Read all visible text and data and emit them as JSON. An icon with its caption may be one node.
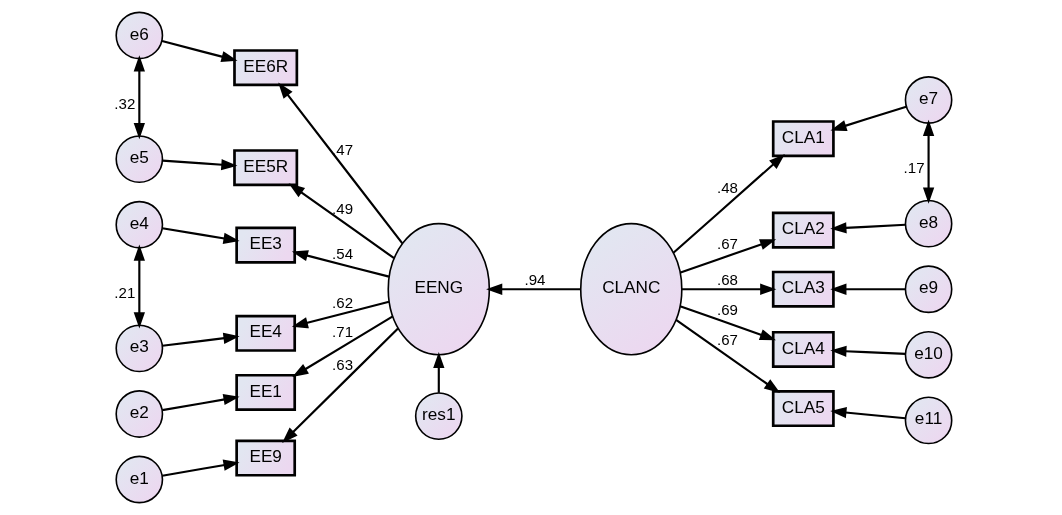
{
  "diagram": {
    "nodes": [
      {
        "text": [
          "e6"
        ]
      },
      {
        "text": [
          "EE6R"
        ]
      },
      {
        "text": [
          "e5"
        ]
      },
      {
        "text": [
          "EE5R"
        ]
      },
      {
        "text": [
          "e4"
        ]
      },
      {
        "text": [
          "EE3"
        ]
      },
      {
        "text": [
          "e3"
        ]
      },
      {
        "text": [
          "EE4"
        ]
      },
      {
        "text": [
          "e2"
        ]
      },
      {
        "text": [
          "EE1"
        ]
      },
      {
        "text": [
          "e1"
        ]
      },
      {
        "text": [
          "EE9"
        ]
      },
      {
        "text": [
          "EENG"
        ]
      },
      {
        "text": [
          "CLANC"
        ]
      },
      {
        "text": [
          "res1"
        ]
      },
      {
        "text": [
          "CLA1"
        ]
      },
      {
        "text": [
          "e7"
        ]
      },
      {
        "text": [
          "CLA2"
        ]
      },
      {
        "text": [
          "e8"
        ]
      },
      {
        "text": [
          "CLA3"
        ]
      },
      {
        "text": [
          "e9"
        ]
      },
      {
        "text": [
          "CLA4"
        ]
      },
      {
        "text": [
          "e10"
        ]
      },
      {
        "text": [
          "CLA5"
        ]
      },
      {
        "text": [
          "e11"
        ]
      }
    ],
    "edges": [
      {
        "from": 0,
        "to": 1,
        "arrow": "to"
      },
      {
        "from": 2,
        "to": 3,
        "arrow": "to"
      },
      {
        "from": 4,
        "to": 5,
        "arrow": "to"
      },
      {
        "from": 6,
        "to": 7,
        "arrow": "to"
      },
      {
        "from": 8,
        "to": 9,
        "arrow": "to"
      },
      {
        "from": 10,
        "to": 11,
        "arrow": "to"
      },
      {
        "from": 0,
        "to": 2,
        "arrow": "both",
        "label": ".32"
      },
      {
        "from": 4,
        "to": 6,
        "arrow": "both",
        "label": ".21"
      },
      {
        "from": 12,
        "to": 1,
        "arrow": "to",
        "label": ".47"
      },
      {
        "from": 12,
        "to": 3,
        "arrow": "to",
        "label": ".49"
      },
      {
        "from": 12,
        "to": 5,
        "arrow": "to",
        "label": ".54"
      },
      {
        "from": 12,
        "to": 7,
        "arrow": "to",
        "label": ".62"
      },
      {
        "from": 12,
        "to": 9,
        "arrow": "to",
        "label": ".71"
      },
      {
        "from": 12,
        "to": 11,
        "arrow": "to",
        "label": ".63"
      },
      {
        "from": 13,
        "to": 12,
        "arrow": "to",
        "label": ".94"
      },
      {
        "from": 14,
        "to": 12,
        "arrow": "to"
      },
      {
        "from": 13,
        "to": 15,
        "arrow": "to",
        "label": ".48"
      },
      {
        "from": 13,
        "to": 17,
        "arrow": "to",
        "label": ".67"
      },
      {
        "from": 13,
        "to": 19,
        "arrow": "to",
        "label": ".68"
      },
      {
        "from": 13,
        "to": 21,
        "arrow": "to",
        "label": ".69"
      },
      {
        "from": 13,
        "to": 23,
        "arrow": "to",
        "label": ".67"
      },
      {
        "from": 16,
        "to": 15,
        "arrow": "to"
      },
      {
        "from": 18,
        "to": 17,
        "arrow": "to"
      },
      {
        "from": 20,
        "to": 19,
        "arrow": "to"
      },
      {
        "from": 22,
        "to": 21,
        "arrow": "to"
      },
      {
        "from": 24,
        "to": 23,
        "arrow": "to"
      },
      {
        "from": 16,
        "to": 18,
        "arrow": "both",
        "label": ".17"
      }
    ]
  }
}
